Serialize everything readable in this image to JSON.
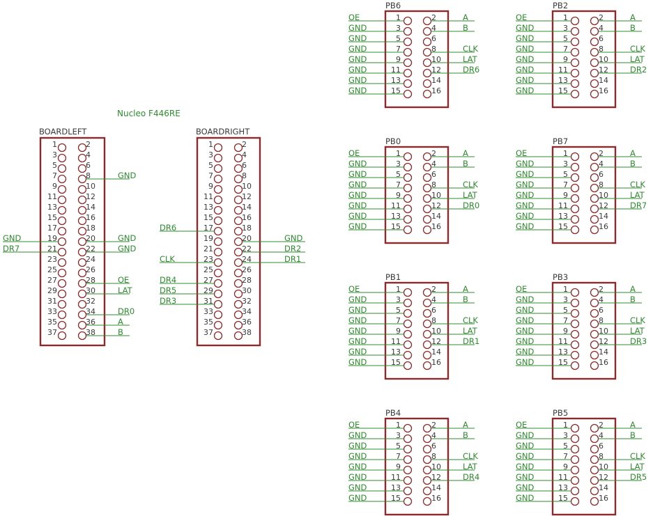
{
  "colors": {
    "body": "#8b2a2a",
    "wire": "#2e8b2e",
    "net_text": "#2e8b2e",
    "pin_text": "#3a3a3a"
  },
  "title": "Nucleo F446RE",
  "boards": [
    {
      "name": "BOARDLEFT",
      "pins": 38,
      "nets": {
        "8": "GND",
        "19": "GND",
        "20": "GND",
        "21": "DR7",
        "22": "GND",
        "28": "OE",
        "30": "LAT",
        "34": "DR0",
        "36": "A",
        "38": "B"
      }
    },
    {
      "name": "BOARDRIGHT",
      "pins": 38,
      "nets": {
        "17": "DR6",
        "20": "GND",
        "22": "DR2",
        "23": "CLK",
        "24": "DR1",
        "27": "DR4",
        "29": "DR5",
        "31": "DR3"
      }
    }
  ],
  "headers": [
    {
      "name": "PB6",
      "nets": {
        "1": "OE",
        "2": "A",
        "3": "GND",
        "4": "B",
        "5": "GND",
        "7": "GND",
        "8": "CLK",
        "9": "GND",
        "10": "LAT",
        "11": "GND",
        "12": "DR6",
        "13": "GND",
        "15": "GND"
      }
    },
    {
      "name": "PB2",
      "nets": {
        "1": "OE",
        "2": "A",
        "3": "GND",
        "4": "B",
        "5": "GND",
        "7": "GND",
        "8": "CLK",
        "9": "GND",
        "10": "LAT",
        "11": "GND",
        "12": "DR2",
        "13": "GND",
        "15": "GND"
      }
    },
    {
      "name": "PB0",
      "nets": {
        "1": "OE",
        "2": "A",
        "3": "GND",
        "4": "B",
        "5": "GND",
        "7": "GND",
        "8": "CLK",
        "9": "GND",
        "10": "LAT",
        "11": "GND",
        "12": "DR0",
        "13": "GND",
        "15": "GND"
      }
    },
    {
      "name": "PB7",
      "nets": {
        "1": "OE",
        "2": "A",
        "3": "GND",
        "4": "B",
        "5": "GND",
        "7": "GND",
        "8": "CLK",
        "9": "GND",
        "10": "LAT",
        "11": "GND",
        "12": "DR7",
        "13": "GND",
        "15": "GND"
      }
    },
    {
      "name": "PB1",
      "nets": {
        "1": "OE",
        "2": "A",
        "3": "GND",
        "4": "B",
        "5": "GND",
        "7": "GND",
        "8": "CLK",
        "9": "GND",
        "10": "LAT",
        "11": "GND",
        "12": "DR1",
        "13": "GND",
        "15": "GND"
      }
    },
    {
      "name": "PB3",
      "nets": {
        "1": "OE",
        "2": "A",
        "3": "GND",
        "4": "B",
        "5": "GND",
        "7": "GND",
        "8": "CLK",
        "9": "GND",
        "10": "LAT",
        "11": "GND",
        "12": "DR3",
        "13": "GND",
        "15": "GND"
      }
    },
    {
      "name": "PB4",
      "nets": {
        "1": "OE",
        "2": "A",
        "3": "GND",
        "4": "B",
        "5": "GND",
        "7": "GND",
        "8": "CLK",
        "9": "GND",
        "10": "LAT",
        "11": "GND",
        "12": "DR4",
        "13": "GND",
        "15": "GND"
      }
    },
    {
      "name": "PB5",
      "nets": {
        "1": "OE",
        "2": "A",
        "3": "GND",
        "4": "B",
        "5": "GND",
        "7": "GND",
        "8": "CLK",
        "9": "GND",
        "10": "LAT",
        "11": "GND",
        "12": "DR5",
        "13": "GND",
        "15": "GND"
      }
    }
  ]
}
